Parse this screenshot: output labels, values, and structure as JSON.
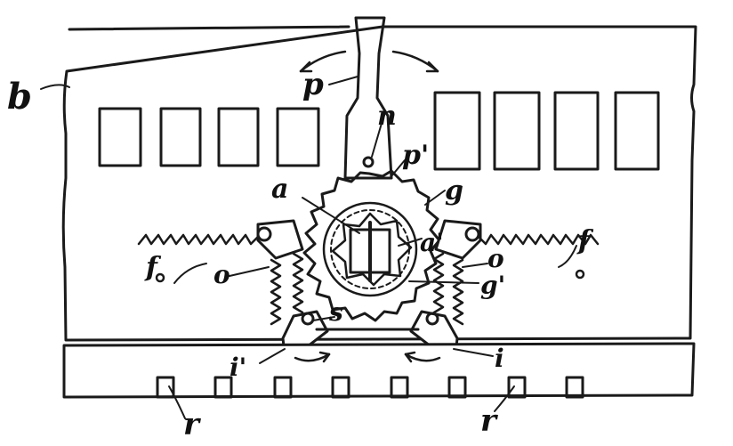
{
  "labels": {
    "b": "b",
    "p": "p",
    "n": "n",
    "p1": "p'",
    "a_left": "a",
    "a_right": "a'",
    "g": "g",
    "g1": "g'",
    "f_left": "f",
    "f_right": "f",
    "o_left": "o",
    "o_right": "o",
    "s": "s",
    "i1": "i'",
    "i": "i",
    "r_left": "r",
    "r_right": "r"
  },
  "colors": {
    "ink": "#1a1a1a",
    "paper": "#ffffff",
    "hatch": "#333333"
  }
}
